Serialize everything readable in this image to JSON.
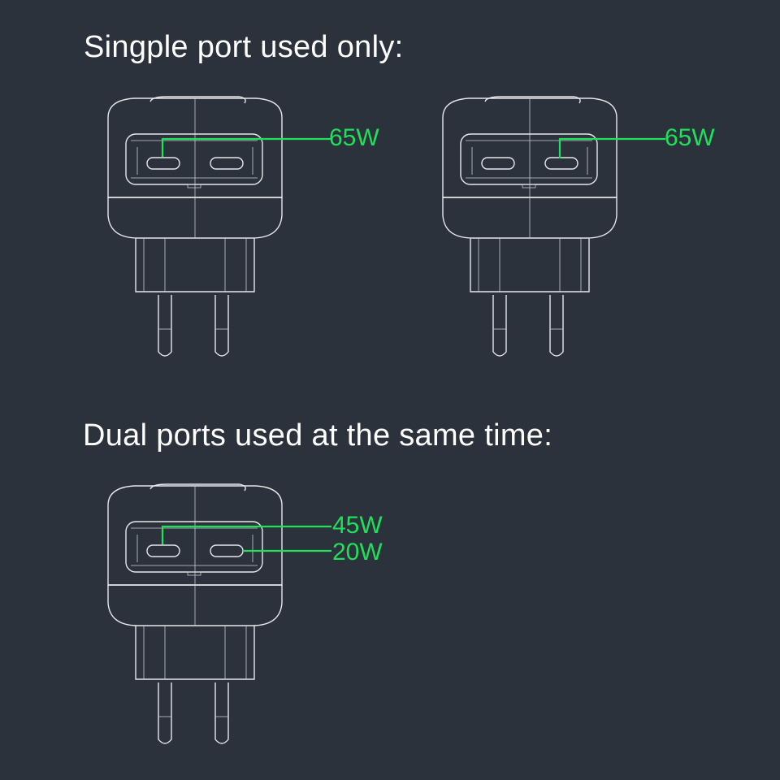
{
  "headings": {
    "single": "Singple port used only:",
    "dual": "Dual ports used at the same time:"
  },
  "diagrams": [
    {
      "labels": [
        "65W"
      ],
      "highlighted_port": "left"
    },
    {
      "labels": [
        "65W"
      ],
      "highlighted_port": "right"
    },
    {
      "labels": [
        "45W",
        "20W"
      ],
      "highlighted_port": "both"
    }
  ],
  "colors": {
    "background": "#2b323b",
    "line_art": "#e6e8ea",
    "highlight": "#1fe05a",
    "text": "#ffffff"
  },
  "icon": "usb-c-charger-line-drawing"
}
